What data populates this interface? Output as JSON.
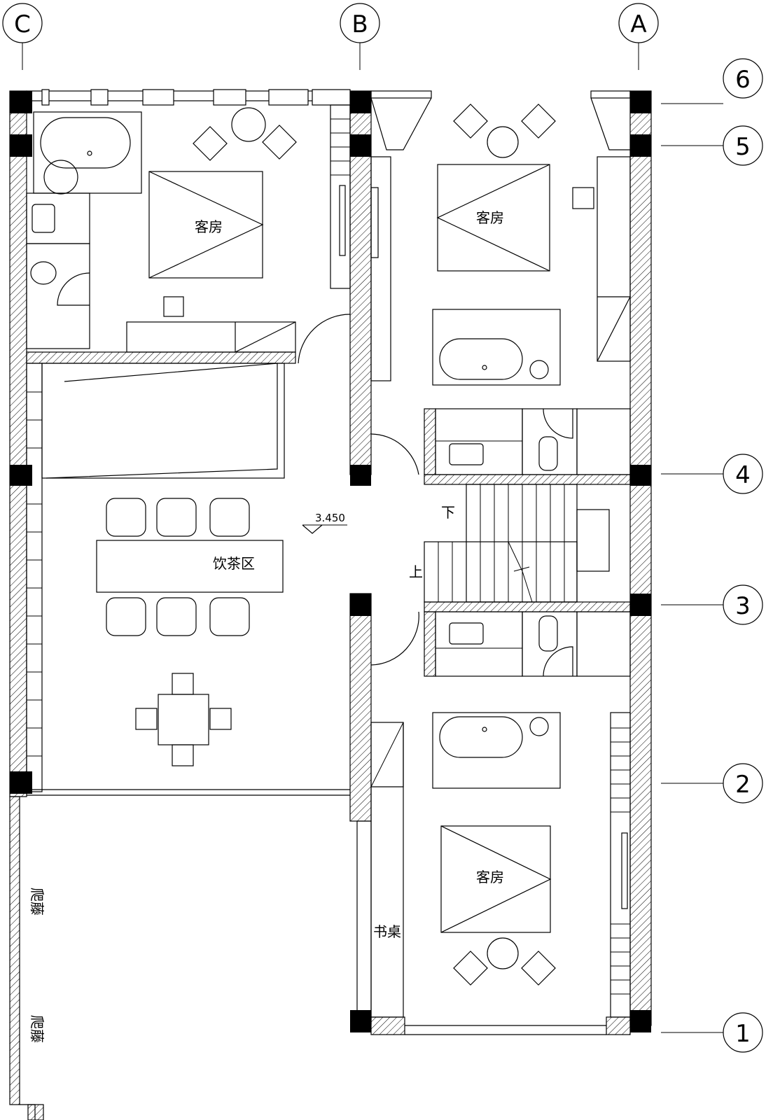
{
  "axes": {
    "columns": [
      "C",
      "B",
      "A"
    ],
    "rows": [
      "6",
      "5",
      "4",
      "3",
      "2",
      "1"
    ]
  },
  "rooms": {
    "guest_room_top_left": "客房",
    "guest_room_top_right": "客房",
    "guest_room_bottom_right": "客房",
    "tea_area": "饮茶区",
    "desk": "书桌"
  },
  "stairs": {
    "down": "下",
    "up": "上"
  },
  "level_mark": "3.450",
  "plants": {
    "climbing_vine_1": "爬藤",
    "climbing_vine_2": "爬藤"
  }
}
